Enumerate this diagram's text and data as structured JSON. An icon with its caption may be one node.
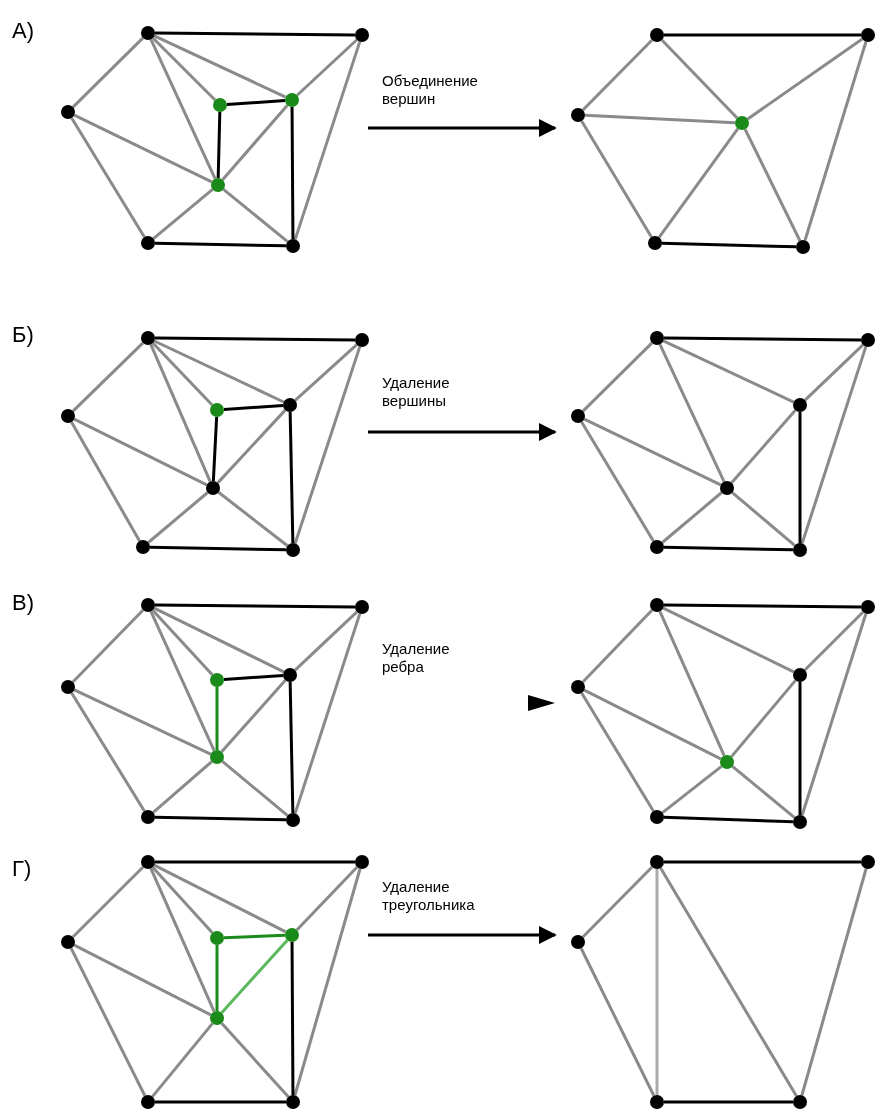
{
  "diagram": {
    "nodes": [
      {
        "text": [],
        "shape": "circle"
      },
      {
        "text": [],
        "shape": "circle"
      },
      {
        "text": [],
        "shape": "circle"
      },
      {
        "text": [],
        "shape": "circle"
      },
      {
        "text": [],
        "shape": "circle"
      },
      {
        "text": [],
        "shape": "circle"
      },
      {
        "text": [],
        "shape": "circle"
      },
      {
        "text": [],
        "shape": "circle"
      },
      {
        "text": [],
        "shape": "circle"
      },
      {
        "text": [],
        "shape": "circle"
      },
      {
        "text": [],
        "shape": "circle"
      },
      {
        "text": [],
        "shape": "circle"
      },
      {
        "text": [],
        "shape": "circle"
      },
      {
        "text": [],
        "shape": "circle"
      },
      {
        "text": [],
        "shape": "circle"
      },
      {
        "text": [],
        "shape": "circle"
      },
      {
        "text": [],
        "shape": "circle"
      },
      {
        "text": [],
        "shape": "circle"
      },
      {
        "text": [],
        "shape": "circle"
      },
      {
        "text": [],
        "shape": "circle"
      },
      {
        "text": [],
        "shape": "circle"
      },
      {
        "text": [],
        "shape": "circle"
      },
      {
        "text": [],
        "shape": "circle"
      },
      {
        "text": [],
        "shape": "circle"
      },
      {
        "text": [],
        "shape": "circle"
      },
      {
        "text": [],
        "shape": "circle"
      },
      {
        "text": [],
        "shape": "circle"
      },
      {
        "text": [],
        "shape": "circle"
      },
      {
        "text": [],
        "shape": "circle"
      },
      {
        "text": [],
        "shape": "circle"
      },
      {
        "text": [],
        "shape": "circle"
      },
      {
        "text": [],
        "shape": "circle"
      },
      {
        "text": [],
        "shape": "circle"
      },
      {
        "text": [],
        "shape": "circle"
      },
      {
        "text": [],
        "shape": "circle"
      },
      {
        "text": [],
        "shape": "circle"
      },
      {
        "text": [],
        "shape": "circle"
      },
      {
        "text": [],
        "shape": "circle"
      },
      {
        "text": [],
        "shape": "circle"
      },
      {
        "text": [],
        "shape": "circle"
      },
      {
        "text": [],
        "shape": "circle"
      },
      {
        "text": [],
        "shape": "circle"
      },
      {
        "text": [],
        "shape": "circle"
      },
      {
        "text": [],
        "shape": "circle"
      },
      {
        "text": [],
        "shape": "circle"
      },
      {
        "text": [],
        "shape": "circle"
      },
      {
        "text": [],
        "shape": "circle"
      },
      {
        "text": [],
        "shape": "circle"
      },
      {
        "text": [],
        "shape": "circle"
      },
      {
        "text": [],
        "shape": "circle"
      },
      {
        "text": [],
        "shape": "circle"
      },
      {
        "text": [],
        "shape": "circle"
      },
      {
        "text": [],
        "shape": "circle"
      },
      {
        "text": [],
        "shape": "circle"
      },
      {
        "text": [],
        "shape": "circle"
      },
      {
        "text": [],
        "shape": "circle"
      },
      {
        "text": [],
        "shape": "circle"
      }
    ],
    "edges": [
      {
        "from": 0,
        "to": 1,
        "arrow": "none",
        "color": "#000000"
      },
      {
        "from": 0,
        "to": 2,
        "arrow": "none"
      },
      {
        "from": 0,
        "to": 3,
        "arrow": "none"
      },
      {
        "from": 0,
        "to": 4,
        "arrow": "none"
      },
      {
        "from": 0,
        "to": 5,
        "arrow": "none"
      },
      {
        "from": 1,
        "to": 4,
        "arrow": "none"
      },
      {
        "from": 1,
        "to": 7,
        "arrow": "none"
      },
      {
        "from": 2,
        "to": 5,
        "arrow": "none"
      },
      {
        "from": 2,
        "to": 6,
        "arrow": "none"
      },
      {
        "from": 3,
        "to": 4,
        "arrow": "none",
        "color": "#000000"
      },
      {
        "from": 3,
        "to": 5,
        "arrow": "none",
        "color": "#000000"
      },
      {
        "from": 4,
        "to": 5,
        "arrow": "none"
      },
      {
        "from": 4,
        "to": 7,
        "arrow": "none",
        "color": "#000000"
      },
      {
        "from": 5,
        "to": 6,
        "arrow": "none"
      },
      {
        "from": 5,
        "to": 7,
        "arrow": "none"
      },
      {
        "from": 6,
        "to": 7,
        "arrow": "none",
        "color": "#000000"
      },
      {
        "from": 8,
        "to": 9,
        "arrow": "none",
        "color": "#000000"
      },
      {
        "from": 8,
        "to": 10,
        "arrow": "none"
      },
      {
        "from": 8,
        "to": 11,
        "arrow": "none"
      },
      {
        "from": 9,
        "to": 11,
        "arrow": "none"
      },
      {
        "from": 9,
        "to": 13,
        "arrow": "none"
      },
      {
        "from": 10,
        "to": 11,
        "arrow": "none"
      },
      {
        "from": 10,
        "to": 12,
        "arrow": "none"
      },
      {
        "from": 11,
        "to": 12,
        "arrow": "none"
      },
      {
        "from": 11,
        "to": 13,
        "arrow": "none"
      },
      {
        "from": 12,
        "to": 13,
        "arrow": "none",
        "color": "#000000"
      },
      {
        "from": 14,
        "to": 15,
        "arrow": "none",
        "color": "#000000"
      },
      {
        "from": 14,
        "to": 16,
        "arrow": "none"
      },
      {
        "from": 14,
        "to": 17,
        "arrow": "none"
      },
      {
        "from": 14,
        "to": 18,
        "arrow": "none"
      },
      {
        "from": 14,
        "to": 19,
        "arrow": "none"
      },
      {
        "from": 15,
        "to": 18,
        "arrow": "none"
      },
      {
        "from": 15,
        "to": 21,
        "arrow": "none"
      },
      {
        "from": 16,
        "to": 19,
        "arrow": "none"
      },
      {
        "from": 16,
        "to": 20,
        "arrow": "none"
      },
      {
        "from": 17,
        "to": 18,
        "arrow": "none",
        "color": "#000000"
      },
      {
        "from": 17,
        "to": 19,
        "arrow": "none",
        "color": "#000000"
      },
      {
        "from": 18,
        "to": 19,
        "arrow": "none"
      },
      {
        "from": 18,
        "to": 21,
        "arrow": "none",
        "color": "#000000"
      },
      {
        "from": 19,
        "to": 20,
        "arrow": "none"
      },
      {
        "from": 19,
        "to": 21,
        "arrow": "none"
      },
      {
        "from": 20,
        "to": 21,
        "arrow": "none",
        "color": "#000000"
      },
      {
        "from": 22,
        "to": 23,
        "arrow": "none",
        "color": "#000000"
      },
      {
        "from": 22,
        "to": 24,
        "arrow": "none"
      },
      {
        "from": 22,
        "to": 25,
        "arrow": "none"
      },
      {
        "from": 22,
        "to": 26,
        "arrow": "none"
      },
      {
        "from": 23,
        "to": 25,
        "arrow": "none"
      },
      {
        "from": 23,
        "to": 28,
        "arrow": "none"
      },
      {
        "from": 24,
        "to": 26,
        "arrow": "none"
      },
      {
        "from": 24,
        "to": 27,
        "arrow": "none"
      },
      {
        "from": 25,
        "to": 26,
        "arrow": "none"
      },
      {
        "from": 25,
        "to": 28,
        "arrow": "none",
        "color": "#000000"
      },
      {
        "from": 26,
        "to": 27,
        "arrow": "none"
      },
      {
        "from": 26,
        "to": 28,
        "arrow": "none"
      },
      {
        "from": 27,
        "to": 28,
        "arrow": "none",
        "color": "#000000"
      },
      {
        "from": 29,
        "to": 30,
        "arrow": "none",
        "color": "#000000"
      },
      {
        "from": 29,
        "to": 31,
        "arrow": "none"
      },
      {
        "from": 29,
        "to": 32,
        "arrow": "none"
      },
      {
        "from": 29,
        "to": 33,
        "arrow": "none"
      },
      {
        "from": 29,
        "to": 34,
        "arrow": "none"
      },
      {
        "from": 30,
        "to": 33,
        "arrow": "none"
      },
      {
        "from": 30,
        "to": 36,
        "arrow": "none"
      },
      {
        "from": 31,
        "to": 34,
        "arrow": "none"
      },
      {
        "from": 31,
        "to": 35,
        "arrow": "none"
      },
      {
        "from": 32,
        "to": 33,
        "arrow": "none",
        "color": "#000000"
      },
      {
        "from": 32,
        "to": 34,
        "arrow": "none",
        "color": "#1a8a1a"
      },
      {
        "from": 33,
        "to": 34,
        "arrow": "none"
      },
      {
        "from": 33,
        "to": 36,
        "arrow": "none",
        "color": "#000000"
      },
      {
        "from": 34,
        "to": 35,
        "arrow": "none"
      },
      {
        "from": 34,
        "to": 36,
        "arrow": "none"
      },
      {
        "from": 35,
        "to": 36,
        "arrow": "none",
        "color": "#000000"
      },
      {
        "from": 37,
        "to": 38,
        "arrow": "none",
        "color": "#000000"
      },
      {
        "from": 37,
        "to": 39,
        "arrow": "none"
      },
      {
        "from": 37,
        "to": 40,
        "arrow": "none"
      },
      {
        "from": 37,
        "to": 41,
        "arrow": "none"
      },
      {
        "from": 38,
        "to": 40,
        "arrow": "none"
      },
      {
        "from": 38,
        "to": 43,
        "arrow": "none"
      },
      {
        "from": 39,
        "to": 41,
        "arrow": "none"
      },
      {
        "from": 39,
        "to": 42,
        "arrow": "none"
      },
      {
        "from": 40,
        "to": 41,
        "arrow": "none"
      },
      {
        "from": 40,
        "to": 43,
        "arrow": "none",
        "color": "#000000"
      },
      {
        "from": 41,
        "to": 42,
        "arrow": "none"
      },
      {
        "from": 41,
        "to": 43,
        "arrow": "none"
      },
      {
        "from": 42,
        "to": 43,
        "arrow": "none",
        "color": "#000000"
      },
      {
        "from": 44,
        "to": 45,
        "arrow": "none",
        "color": "#000000"
      },
      {
        "from": 44,
        "to": 46,
        "arrow": "none"
      },
      {
        "from": 44,
        "to": 47,
        "arrow": "none"
      },
      {
        "from": 44,
        "to": 48,
        "arrow": "none"
      },
      {
        "from": 44,
        "to": 49,
        "arrow": "none"
      },
      {
        "from": 45,
        "to": 48,
        "arrow": "none"
      },
      {
        "from": 45,
        "to": 51,
        "arrow": "none"
      },
      {
        "from": 46,
        "to": 49,
        "arrow": "none"
      },
      {
        "from": 46,
        "to": 50,
        "arrow": "none"
      },
      {
        "from": 47,
        "to": 48,
        "arrow": "none",
        "color": "#1a8a1a"
      },
      {
        "from": 47,
        "to": 49,
        "arrow": "none",
        "color": "#1a8a1a"
      },
      {
        "from": 48,
        "to": 49,
        "arrow": "none",
        "color": "#5cb85c"
      },
      {
        "from": 48,
        "to": 51,
        "arrow": "none",
        "color": "#000000"
      },
      {
        "from": 49,
        "to": 50,
        "arrow": "none"
      },
      {
        "from": 49,
        "to": 51,
        "arrow": "none"
      },
      {
        "from": 50,
        "to": 51,
        "arrow": "none",
        "color": "#000000"
      },
      {
        "from": 52,
        "to": 53,
        "arrow": "none",
        "color": "#000000"
      },
      {
        "from": 52,
        "to": 54,
        "arrow": "none"
      },
      {
        "from": 52,
        "to": 55,
        "arrow": "none",
        "color": "#aaaaaa"
      },
      {
        "from": 53,
        "to": 56,
        "arrow": "none"
      },
      {
        "from": 54,
        "to": 55,
        "arrow": "none"
      },
      {
        "from": 55,
        "to": 56,
        "arrow": "none",
        "color": "#000000"
      },
      {
        "from": 52,
        "to": 56,
        "arrow": "none"
      }
    ],
    "labels": [
      "А)",
      "Объединение вершин",
      "Б)",
      "Удаление вершины",
      "В)",
      "Удаление ребра",
      "Г)",
      "Удаление треугольника"
    ]
  }
}
